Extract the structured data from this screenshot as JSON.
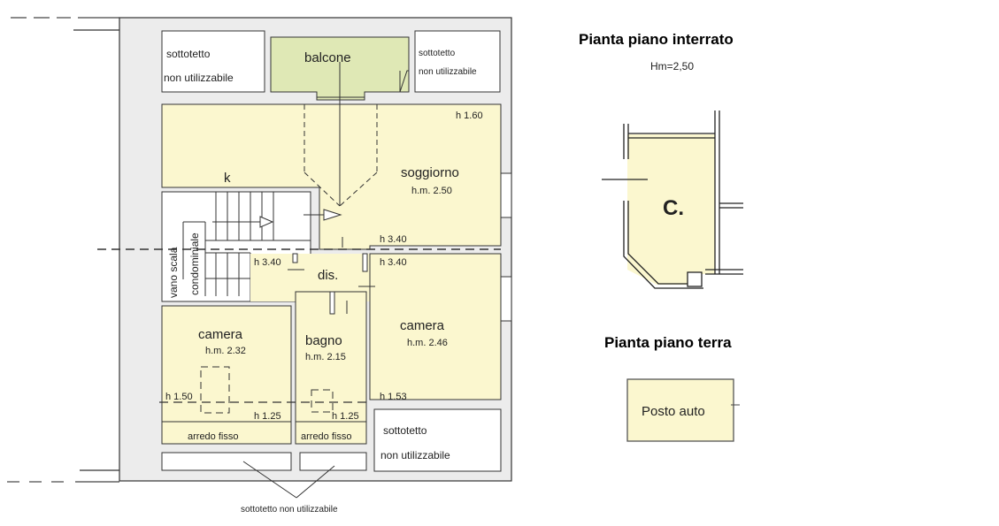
{
  "plan_main": {
    "rooms": {
      "sottotetto_tl": [
        "sottotetto",
        "non utilizzabile"
      ],
      "balcone": "balcone",
      "sottotetto_tr": [
        "sottotetto",
        "non utilizzabile"
      ],
      "soggiorno": "soggiorno",
      "soggiorno_hm": "h.m. 2.50",
      "kitchen": "k",
      "vano_scala": "vano scala",
      "condominiale": "condominiale",
      "dis": "dis.",
      "camera_left": "camera",
      "camera_left_hm": "h.m. 2.32",
      "bagno": "bagno",
      "bagno_hm": "h.m. 2.15",
      "camera_right": "camera",
      "camera_right_hm": "h.m. 2.46",
      "arredo_left": "arredo fisso",
      "arredo_mid": "arredo fisso",
      "sottotetto_br": [
        "sottotetto",
        "non utilizzabile"
      ],
      "sottotetto_bottom": "sottotetto non utilizzabile"
    },
    "heights": {
      "h160": "h 1.60",
      "h340_a": "h 3.40",
      "h340_b": "h 3.40",
      "h340_c": "h 3.40",
      "h150": "h 1.50",
      "h125_a": "h 1.25",
      "h125_b": "h 1.25",
      "h153": "h 1.53"
    }
  },
  "interrato": {
    "title": "Pianta piano interrato",
    "height": "Hm=2,50",
    "room_label": "C."
  },
  "terra": {
    "title": "Pianta piano terra",
    "room_label": "Posto auto"
  },
  "colors": {
    "room_fill": "#fbf7cf",
    "balcone_fill": "#dfe8b5",
    "wall_fill": "#ececec",
    "line": "#333333"
  }
}
